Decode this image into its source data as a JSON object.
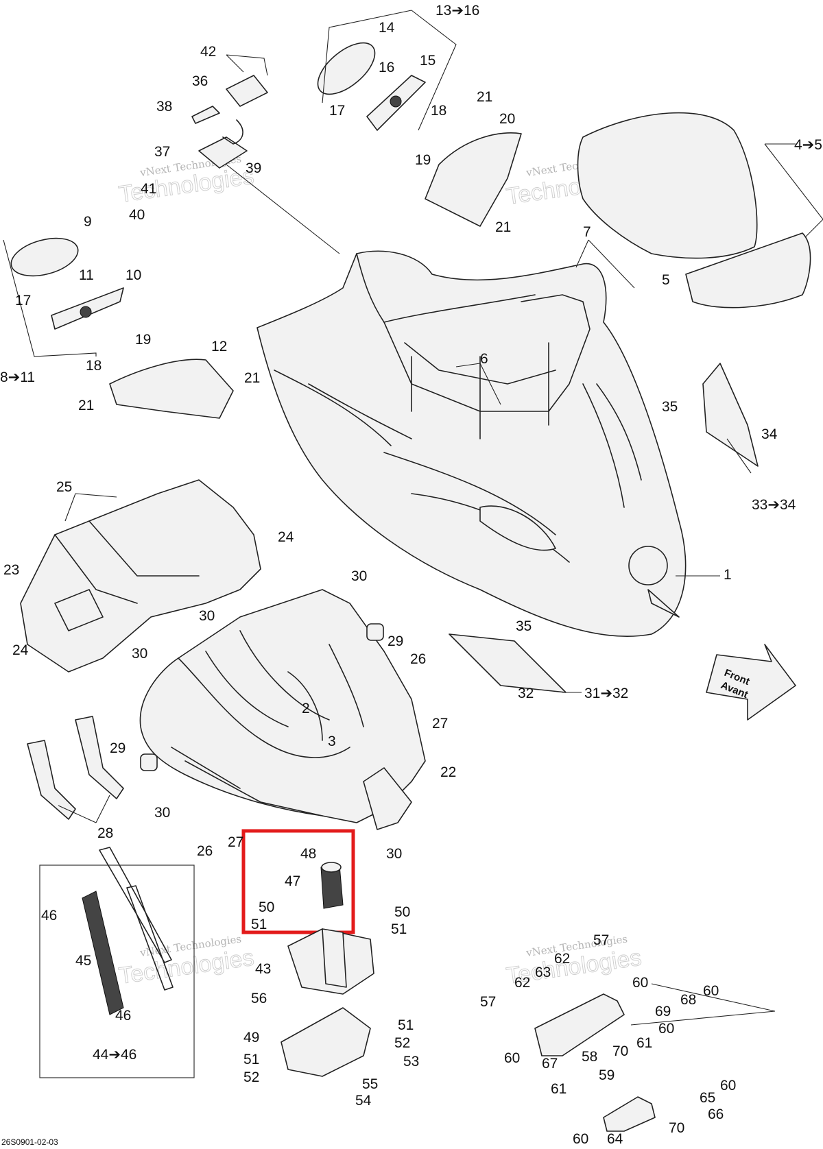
{
  "diagram": {
    "reference_code": "26S0901-02-03",
    "front_arrow": {
      "line1": "Front",
      "line2": "Avant"
    },
    "watermark": {
      "line1": "vNext Technologies",
      "line2": "Technologies"
    },
    "highlight_color": "#e31b1b",
    "labels": {
      "l_13_16": "13➔16",
      "l_14": "14",
      "l_15": "15",
      "l_16": "16",
      "l_17a": "17",
      "l_18a": "18",
      "l_19a": "19",
      "l_20": "20",
      "l_21a": "21",
      "l_21b": "21",
      "l_4_5": "4➔5",
      "l_42": "42",
      "l_36": "36",
      "l_38": "38",
      "l_37": "37",
      "l_39": "39",
      "l_41": "41",
      "l_40": "40",
      "l_9": "9",
      "l_11": "11",
      "l_10": "10",
      "l_17b": "17",
      "l_19b": "19",
      "l_18b": "18",
      "l_8_11": "8➔11",
      "l_12": "12",
      "l_21c": "21",
      "l_21d": "21",
      "l_7": "7",
      "l_5": "5",
      "l_6": "6",
      "l_35a": "35",
      "l_34": "34",
      "l_33_34": "33➔34",
      "l_25": "25",
      "l_24a": "24",
      "l_23": "23",
      "l_24b": "24",
      "l_1": "1",
      "l_30a": "30",
      "l_30b": "30",
      "l_29a": "29",
      "l_30c": "30",
      "l_26a": "26",
      "l_35b": "35",
      "l_32": "32",
      "l_31_32": "31➔32",
      "l_27a": "27",
      "l_2": "2",
      "l_3": "3",
      "l_29b": "29",
      "l_22": "22",
      "l_30d": "30",
      "l_28": "28",
      "l_26b": "26",
      "l_27b": "27",
      "l_48": "48",
      "l_30e": "30",
      "l_47": "47",
      "l_46a": "46",
      "l_50a": "50",
      "l_50b": "50",
      "l_51a": "51",
      "l_51b": "51",
      "l_45": "45",
      "l_43": "43",
      "l_57a": "57",
      "l_62a": "62",
      "l_62b": "62",
      "l_63": "63",
      "l_60a": "60",
      "l_60b": "60",
      "l_68": "68",
      "l_69": "69",
      "l_56": "56",
      "l_46b": "46",
      "l_57b": "57",
      "l_51c": "51",
      "l_49": "49",
      "l_52a": "52",
      "l_53": "53",
      "l_44_46": "44➔46",
      "l_60c": "60",
      "l_67": "67",
      "l_70a": "70",
      "l_61a": "61",
      "l_60d": "60",
      "l_51d": "51",
      "l_58": "58",
      "l_59": "59",
      "l_52b": "52",
      "l_55": "55",
      "l_54": "54",
      "l_65": "65",
      "l_60e": "60",
      "l_61b": "61",
      "l_66": "66",
      "l_70b": "70",
      "l_60f": "60",
      "l_64": "64"
    }
  }
}
